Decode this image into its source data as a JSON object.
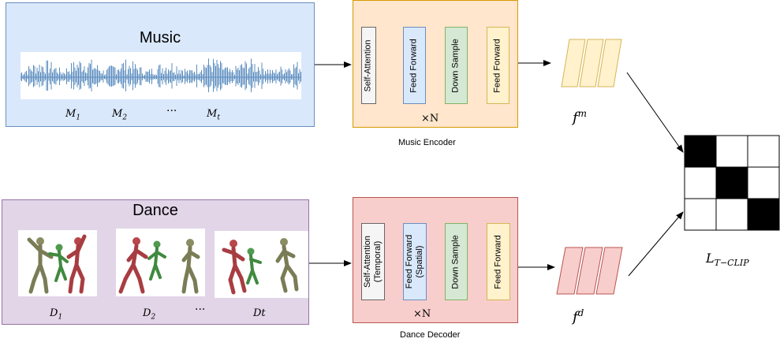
{
  "music": {
    "title": "Music",
    "segments": [
      "M1",
      "M2",
      "Mt"
    ],
    "ellipsis": "...",
    "wave_color": "#5b8cbf"
  },
  "dance": {
    "title": "Dance",
    "frames": [
      "D1",
      "D2",
      "Dt"
    ],
    "ellipsis": "...",
    "figure_colors": {
      "olive": "#8a8c63",
      "red": "#b8464a",
      "green": "#4f9a4f"
    }
  },
  "encoder": {
    "caption": "Music Encoder",
    "repeat": "×N",
    "layers": [
      "Self-Attention",
      "Feed Forward",
      "Down Sample",
      "Feed Forward"
    ],
    "feature": "f^m",
    "fill": "#ffe6cc"
  },
  "decoder": {
    "caption": "Dance Decoder",
    "repeat": "×N",
    "layers": [
      "Self-Attention (Temporal)",
      "Feed Forward (Spatial)",
      "Down Sample",
      "Feed Forward"
    ],
    "feature": "f^d",
    "fill": "#f8cecc"
  },
  "loss": {
    "label": "L_{T−CLIP}",
    "matrix": [
      [
        1,
        0,
        0
      ],
      [
        0,
        1,
        0
      ],
      [
        0,
        0,
        1
      ]
    ]
  }
}
